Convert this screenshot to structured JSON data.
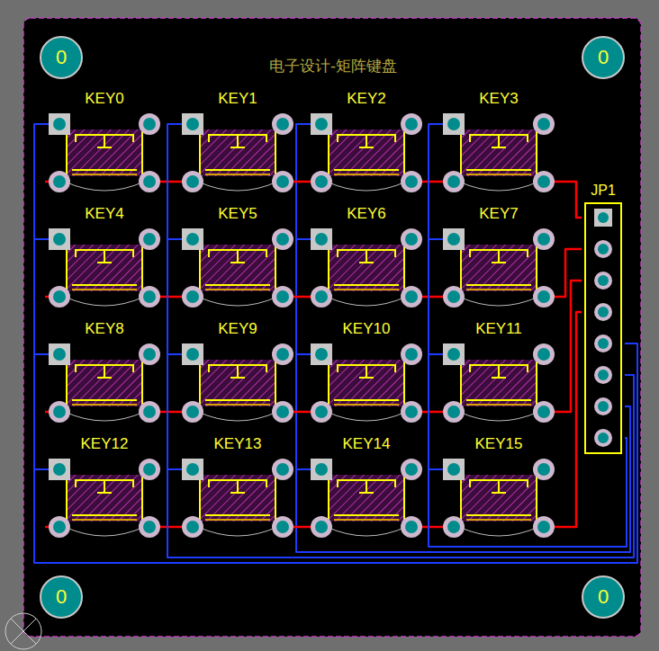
{
  "diagram": {
    "nodes": [
      {
        "text": [
          "0"
        ]
      },
      {
        "text": [
          "0"
        ]
      },
      {
        "text": [
          "KEY0"
        ]
      },
      {
        "text": [
          "KEY1"
        ]
      },
      {
        "text": [
          "KEY2"
        ]
      },
      {
        "text": [
          "KEY3"
        ]
      },
      {
        "text": [
          "JP1"
        ]
      },
      {
        "text": [
          "KEY4"
        ]
      },
      {
        "text": [
          "KEY5"
        ]
      },
      {
        "text": [
          "KEY6"
        ]
      },
      {
        "text": [
          "KEY7"
        ]
      },
      {
        "text": [
          "KEY8"
        ]
      },
      {
        "text": [
          "KEY9"
        ]
      },
      {
        "text": [
          "KEY10"
        ]
      },
      {
        "text": [
          "KEY11"
        ]
      },
      {
        "text": [
          "KEY12"
        ]
      },
      {
        "text": [
          "KEY13"
        ]
      },
      {
        "text": [
          "KEY14"
        ]
      },
      {
        "text": [
          "KEY15"
        ]
      },
      {
        "text": [
          "0"
        ]
      },
      {
        "text": [
          "0"
        ]
      }
    ],
    "edges": [
      {
        "from": 2,
        "to": 3,
        "arrow": "none"
      },
      {
        "from": 3,
        "to": 4,
        "arrow": "none"
      },
      {
        "from": 4,
        "to": 5,
        "arrow": "none"
      },
      {
        "from": 5,
        "to": 6,
        "arrow": "none"
      },
      {
        "from": 7,
        "to": 8,
        "arrow": "none"
      },
      {
        "from": 8,
        "to": 9,
        "arrow": "none"
      },
      {
        "from": 9,
        "to": 10,
        "arrow": "none"
      },
      {
        "from": 10,
        "to": 6,
        "arrow": "none"
      },
      {
        "from": 11,
        "to": 12,
        "arrow": "none"
      },
      {
        "from": 12,
        "to": 13,
        "arrow": "none"
      },
      {
        "from": 13,
        "to": 14,
        "arrow": "none"
      },
      {
        "from": 14,
        "to": 6,
        "arrow": "none"
      },
      {
        "from": 15,
        "to": 16,
        "arrow": "none"
      },
      {
        "from": 16,
        "to": 17,
        "arrow": "none"
      },
      {
        "from": 17,
        "to": 18,
        "arrow": "none"
      },
      {
        "from": 18,
        "to": 6,
        "arrow": "none"
      },
      {
        "from": 2,
        "to": 7,
        "arrow": "none"
      },
      {
        "from": 7,
        "to": 11,
        "arrow": "none"
      },
      {
        "from": 11,
        "to": 15,
        "arrow": "none"
      },
      {
        "from": 15,
        "to": 6,
        "arrow": "none"
      },
      {
        "from": 3,
        "to": 8,
        "arrow": "none"
      },
      {
        "from": 8,
        "to": 12,
        "arrow": "none"
      },
      {
        "from": 12,
        "to": 16,
        "arrow": "none"
      },
      {
        "from": 16,
        "to": 6,
        "arrow": "none"
      },
      {
        "from": 4,
        "to": 9,
        "arrow": "none"
      },
      {
        "from": 9,
        "to": 13,
        "arrow": "none"
      },
      {
        "from": 13,
        "to": 17,
        "arrow": "none"
      },
      {
        "from": 17,
        "to": 6,
        "arrow": "none"
      },
      {
        "from": 5,
        "to": 10,
        "arrow": "none"
      },
      {
        "from": 10,
        "to": 14,
        "arrow": "none"
      },
      {
        "from": 14,
        "to": 18,
        "arrow": "none"
      },
      {
        "from": 18,
        "to": 6,
        "arrow": "none"
      }
    ],
    "labels": [
      "电子设计-矩阵键盘"
    ]
  }
}
